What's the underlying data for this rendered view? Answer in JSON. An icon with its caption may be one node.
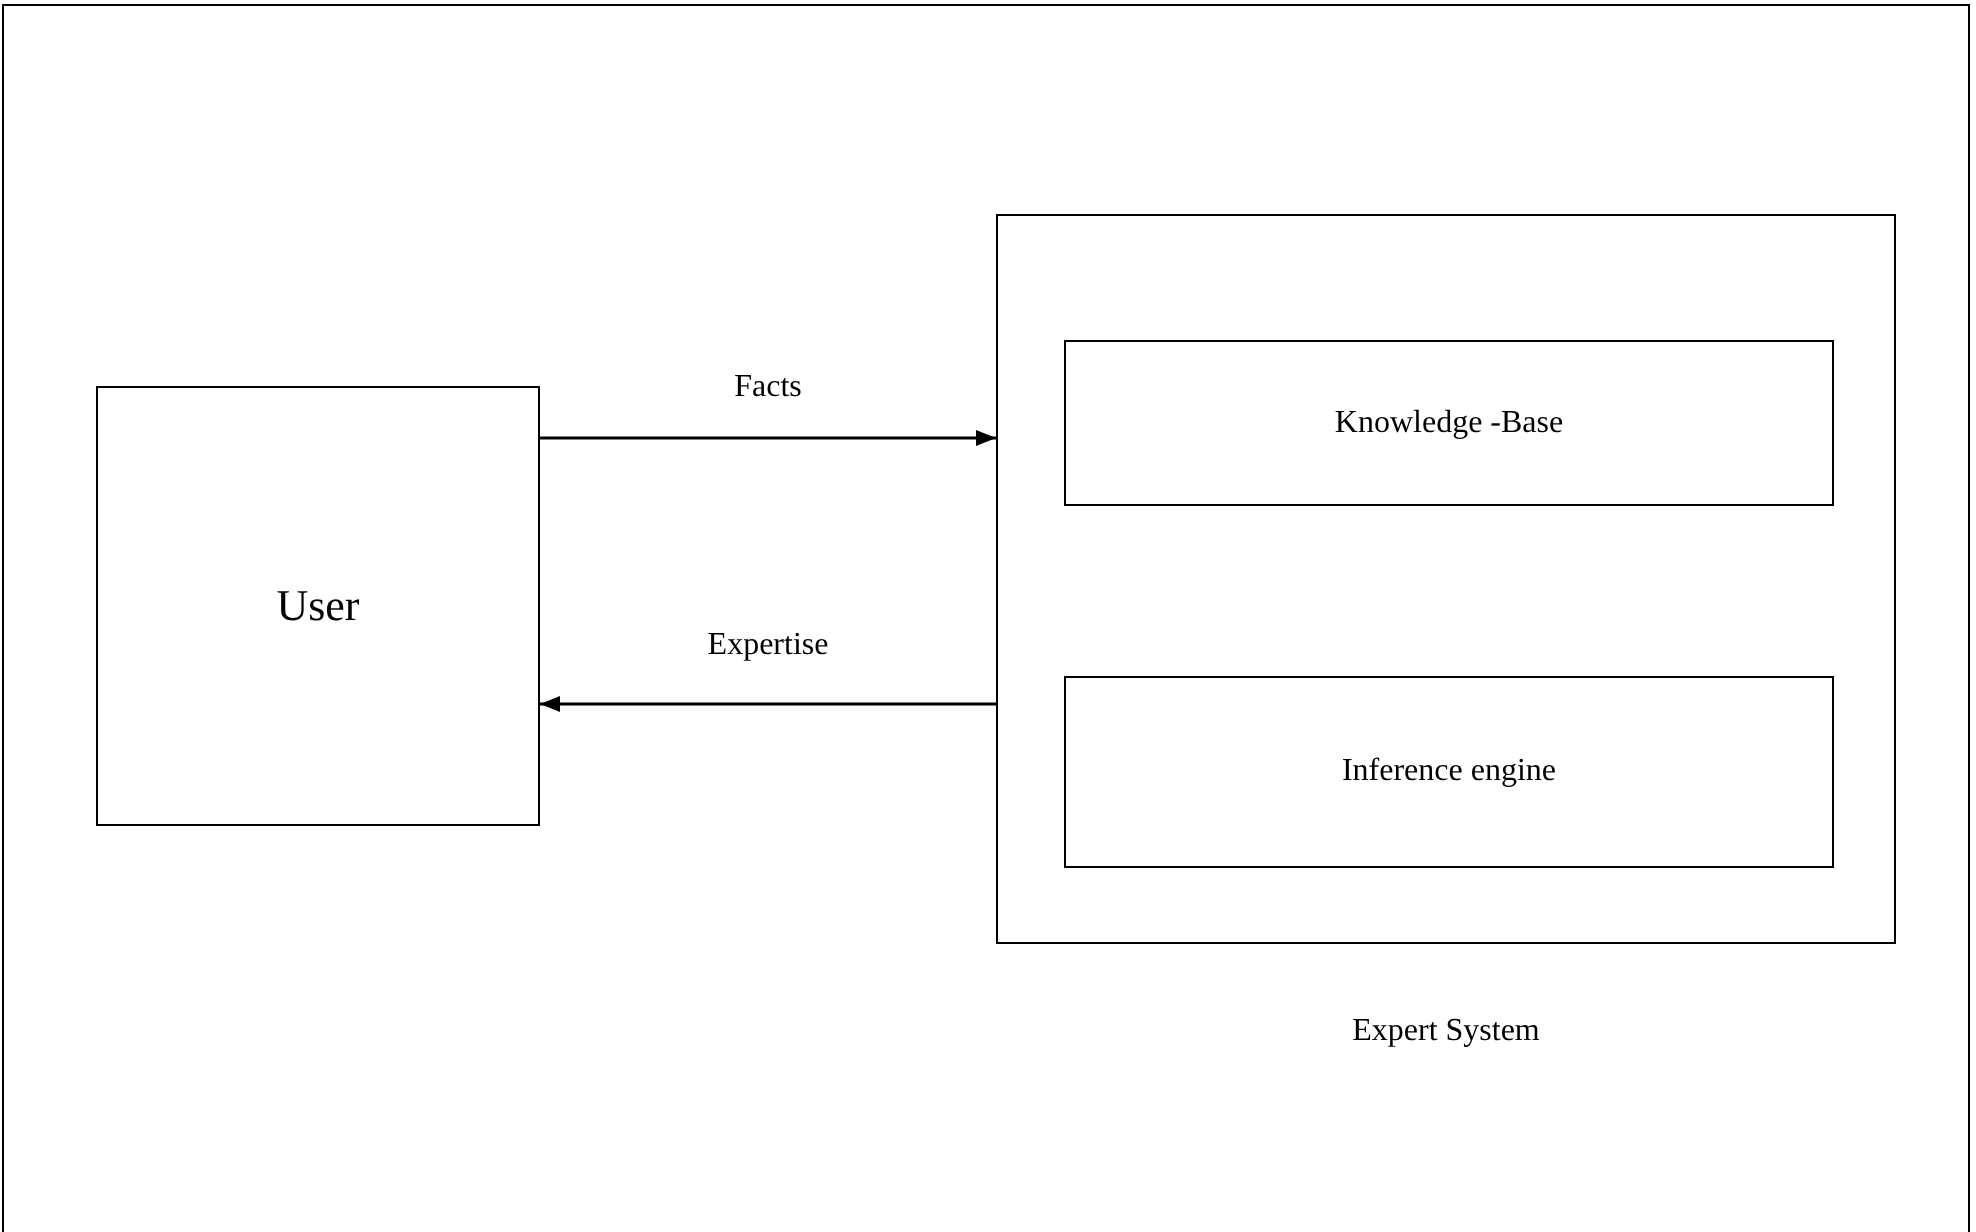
{
  "diagram": {
    "nodes": [
      {
        "text": [
          "User"
        ]
      },
      {
        "text": [
          "Expert System"
        ]
      },
      {
        "text": [
          "Knowledge -Base"
        ],
        "in": 1
      },
      {
        "text": [
          "Inference engine"
        ],
        "in": 1
      }
    ],
    "edges": [
      {
        "from": 0,
        "to": 1,
        "arrow": "to",
        "label": "Facts"
      },
      {
        "from": 1,
        "to": 0,
        "arrow": "to",
        "label": "Expertise"
      }
    ]
  }
}
